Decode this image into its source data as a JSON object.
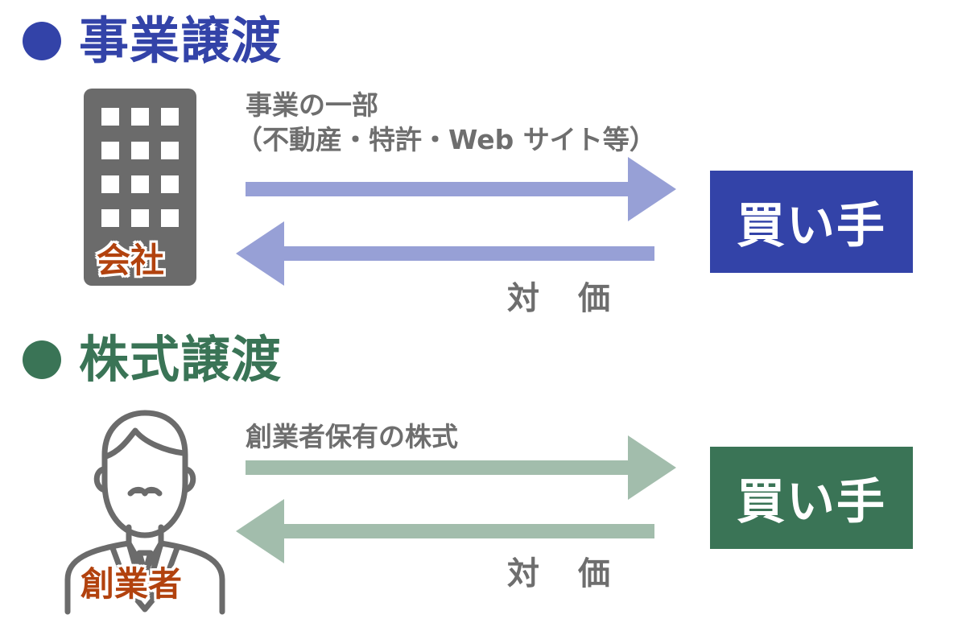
{
  "business_transfer": {
    "title": "事業譲渡",
    "color": "#3343a8",
    "arrow_color": "#97a0d6",
    "company_label": "会社",
    "forward_label_line1": "事業の一部",
    "forward_label_line2": "（不動産・特許・Web サイト等）",
    "return_label": "対価",
    "buyer_label": "買い手"
  },
  "share_transfer": {
    "title": "株式譲渡",
    "color": "#3a7456",
    "arrow_color": "#a2bdac",
    "founder_label": "創業者",
    "forward_label": "創業者保有の株式",
    "return_label": "対価",
    "buyer_label": "買い手"
  },
  "icons": {
    "building": "building-icon",
    "person": "businessman-icon"
  }
}
